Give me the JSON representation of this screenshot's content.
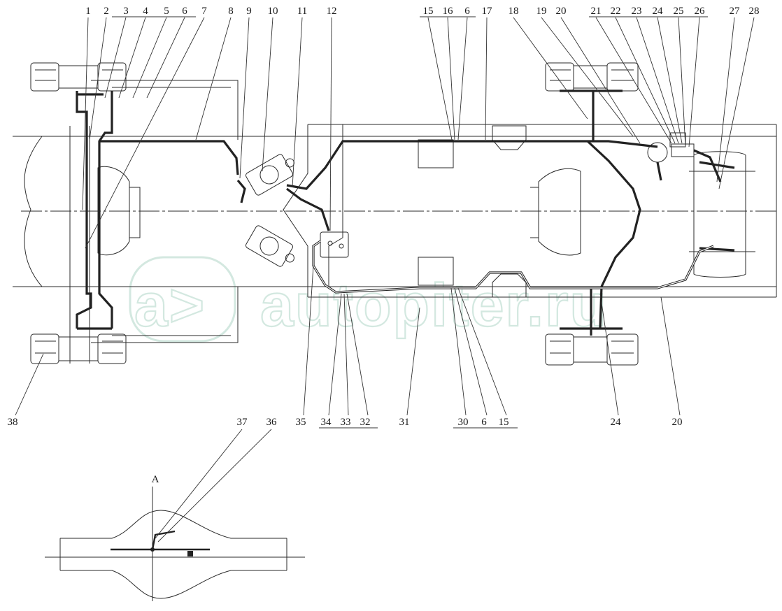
{
  "diagram": {
    "top_labels_left": [
      "1",
      "2",
      "3",
      "4",
      "5",
      "6",
      "7",
      "8",
      "9",
      "10",
      "11",
      "12"
    ],
    "top_labels_right": [
      "15",
      "16",
      "6",
      "17",
      "18",
      "19",
      "20",
      "21",
      "22",
      "23",
      "24",
      "25",
      "26",
      "27",
      "28"
    ],
    "bottom_labels": [
      "38",
      "35",
      "34",
      "33",
      "32",
      "31",
      "30",
      "6",
      "15",
      "24",
      "20"
    ],
    "view_labels": [
      "37",
      "36",
      "A"
    ],
    "watermark": "autopiter.ru"
  }
}
